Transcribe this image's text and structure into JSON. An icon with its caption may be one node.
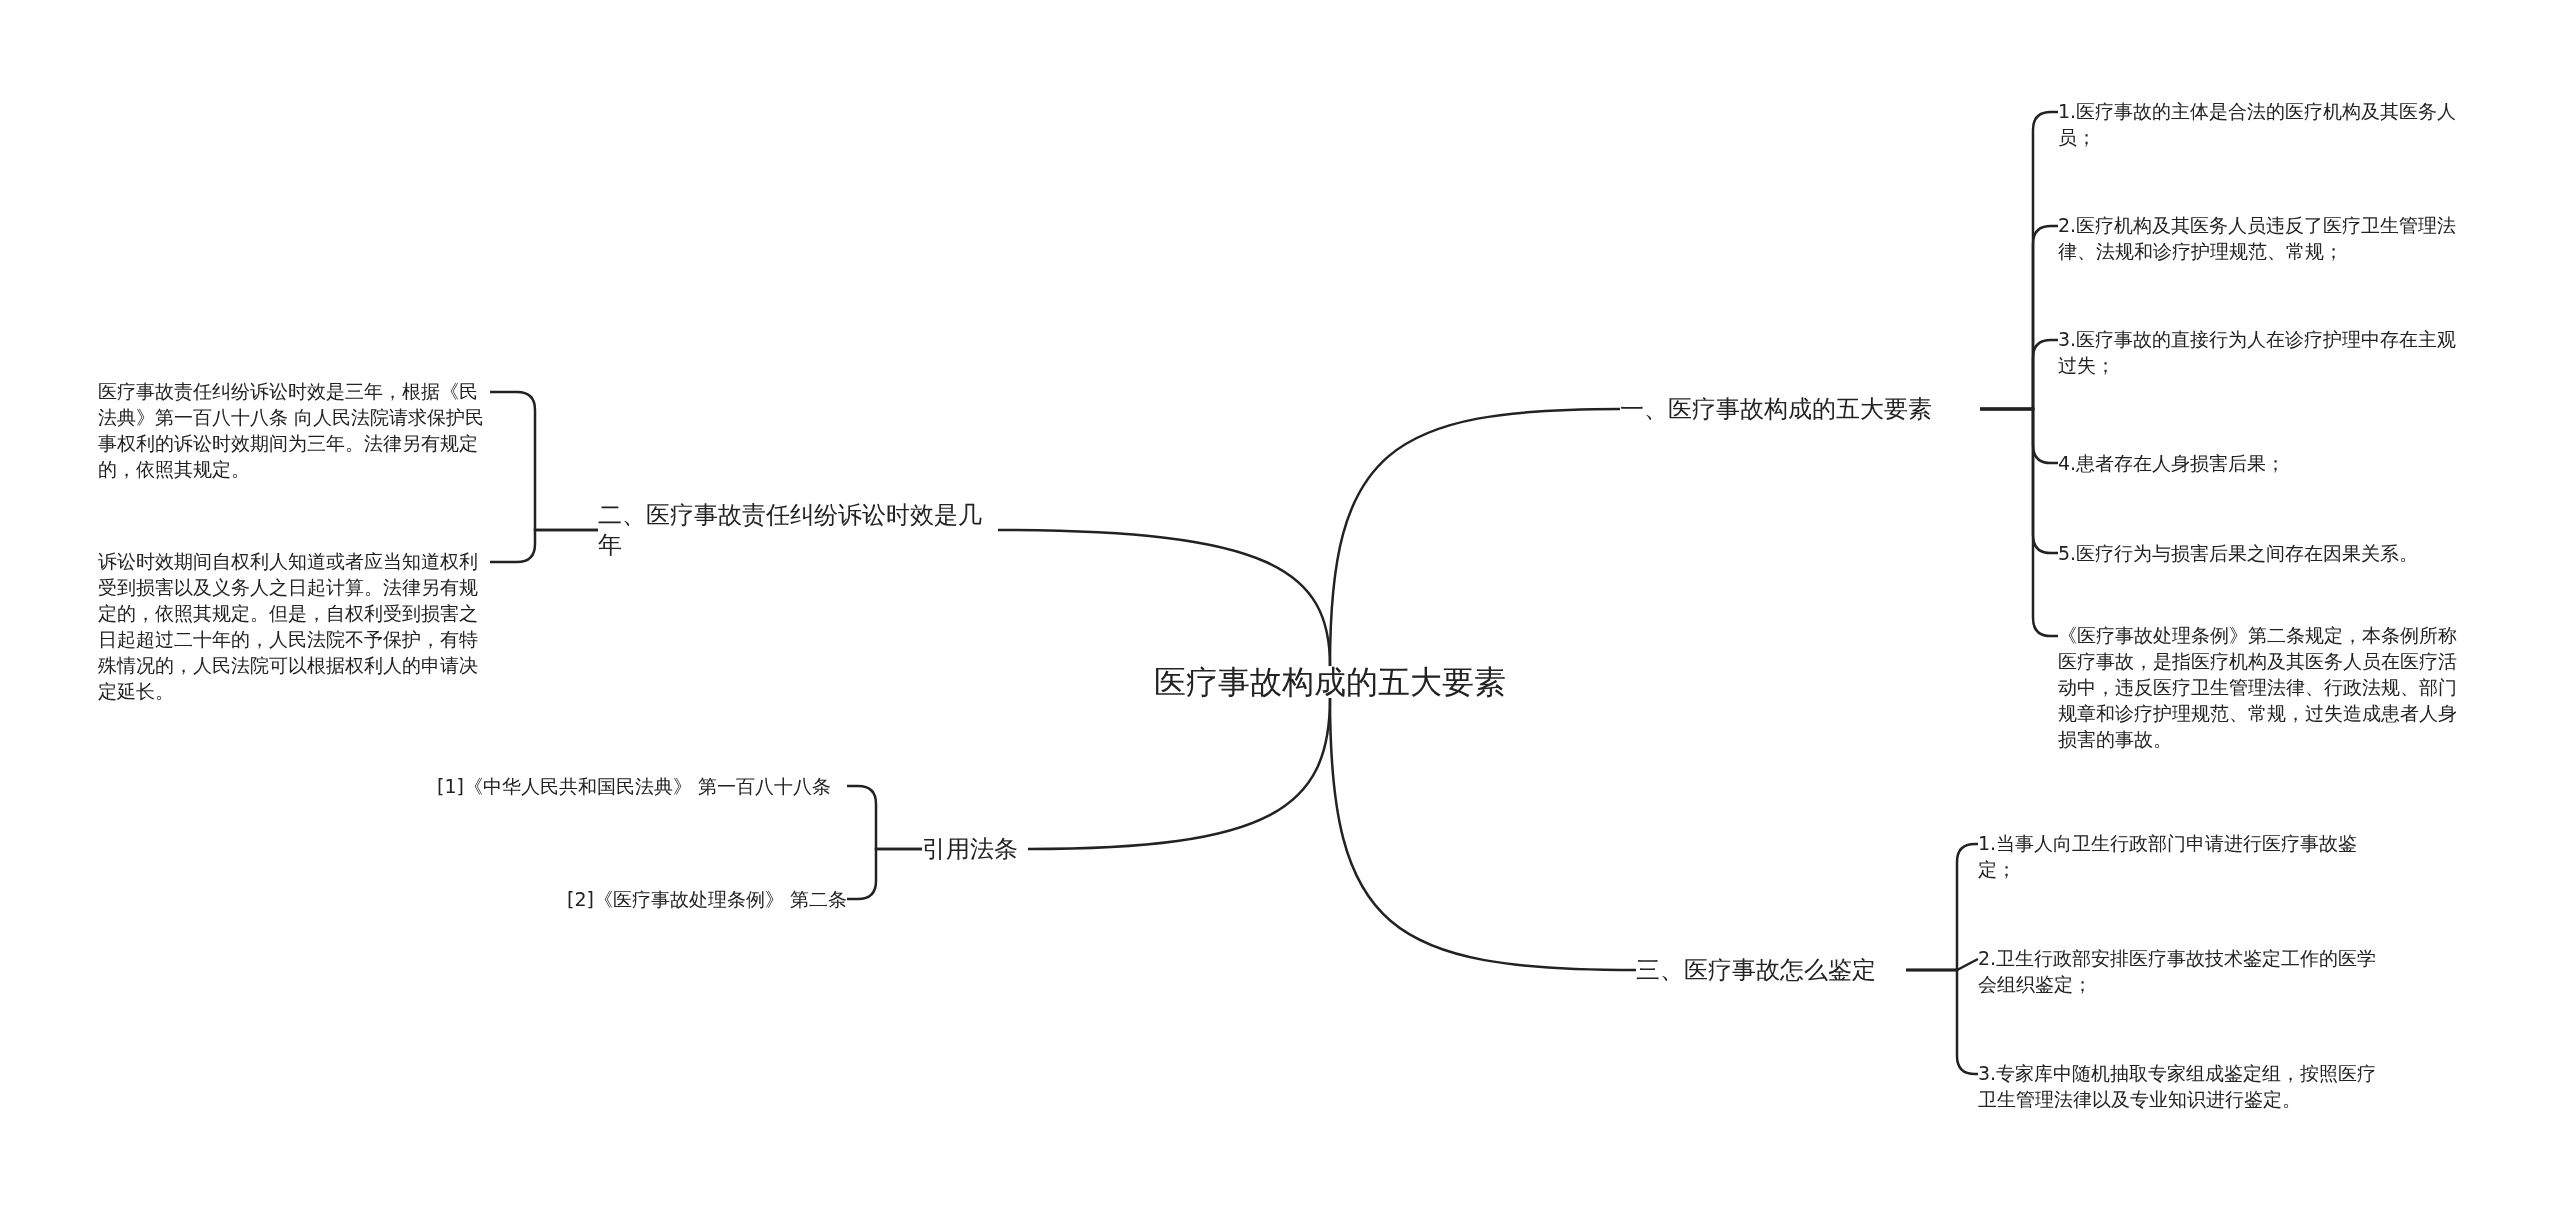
{
  "diagram": {
    "nodes": [
      {
        "text": [
          "医疗事故构成的五大要素"
        ]
      },
      {
        "text": [
          "一、医疗事故构成的五大要素"
        ]
      },
      {
        "text": [
          "1.医疗事故的主体是合法的医疗机构及其医务人员；"
        ]
      },
      {
        "text": [
          "2.医疗机构及其医务人员违反了医疗卫生管理法律、法规和诊疗护理规范、常规；"
        ]
      },
      {
        "text": [
          "3.医疗事故的直接行为人在诊疗护理中存在主观过失；"
        ]
      },
      {
        "text": [
          "4.患者存在人身损害后果；"
        ]
      },
      {
        "text": [
          "5.医疗行为与损害后果之间存在因果关系。"
        ]
      },
      {
        "text": [
          "《医疗事故处理条例》第二条规定，本条例所称医疗事故，是指医疗机构及其医务人员在医疗活动中，违反医疗卫生管理法律、行政法规、部门规章和诊疗护理规范、常规，过失造成患者人身损害的事故。"
        ]
      },
      {
        "text": [
          "二、医疗事故责任纠纷诉讼时效是几年"
        ]
      },
      {
        "text": [
          "医疗事故责任纠纷诉讼时效是三年，根据《民法典》第一百八十八条 向人民法院请求保护民事权利的诉讼时效期间为三年。法律另有规定的，依照其规定。"
        ]
      },
      {
        "text": [
          "诉讼时效期间自权利人知道或者应当知道权利受到损害以及义务人之日起计算。法律另有规定的，依照其规定。但是，自权利受到损害之日起超过二十年的，人民法院不予保护，有特殊情况的，人民法院可以根据权利人的申请决定延长。"
        ]
      },
      {
        "text": [
          "引用法条"
        ]
      },
      {
        "text": [
          "[1]《中华人民共和国民法典》 第一百八十八条"
        ]
      },
      {
        "text": [
          "[2]《医疗事故处理条例》 第二条"
        ]
      },
      {
        "text": [
          "三、医疗事故怎么鉴定"
        ]
      },
      {
        "text": [
          "1.当事人向卫生行政部门申请进行医疗事故鉴定；"
        ]
      },
      {
        "text": [
          "2.卫生行政部安排医疗事故技术鉴定工作的医学会组织鉴定；"
        ]
      },
      {
        "text": [
          "3.专家库中随机抽取专家组成鉴定组，按照医疗卫生管理法律以及专业知识进行鉴定。"
        ]
      }
    ],
    "edges": [
      {
        "from": 0,
        "to": 1,
        "arrow": "none"
      },
      {
        "from": 1,
        "to": 2,
        "arrow": "none"
      },
      {
        "from": 1,
        "to": 3,
        "arrow": "none"
      },
      {
        "from": 1,
        "to": 4,
        "arrow": "none"
      },
      {
        "from": 1,
        "to": 5,
        "arrow": "none"
      },
      {
        "from": 1,
        "to": 6,
        "arrow": "none"
      },
      {
        "from": 1,
        "to": 7,
        "arrow": "none"
      },
      {
        "from": 0,
        "to": 8,
        "arrow": "none"
      },
      {
        "from": 8,
        "to": 9,
        "arrow": "none"
      },
      {
        "from": 8,
        "to": 10,
        "arrow": "none"
      },
      {
        "from": 0,
        "to": 11,
        "arrow": "none"
      },
      {
        "from": 11,
        "to": 12,
        "arrow": "none"
      },
      {
        "from": 11,
        "to": 13,
        "arrow": "none"
      },
      {
        "from": 0,
        "to": 14,
        "arrow": "none"
      },
      {
        "from": 14,
        "to": 15,
        "arrow": "none"
      },
      {
        "from": 14,
        "to": 16,
        "arrow": "none"
      },
      {
        "from": 14,
        "to": 17,
        "arrow": "none"
      }
    ]
  }
}
